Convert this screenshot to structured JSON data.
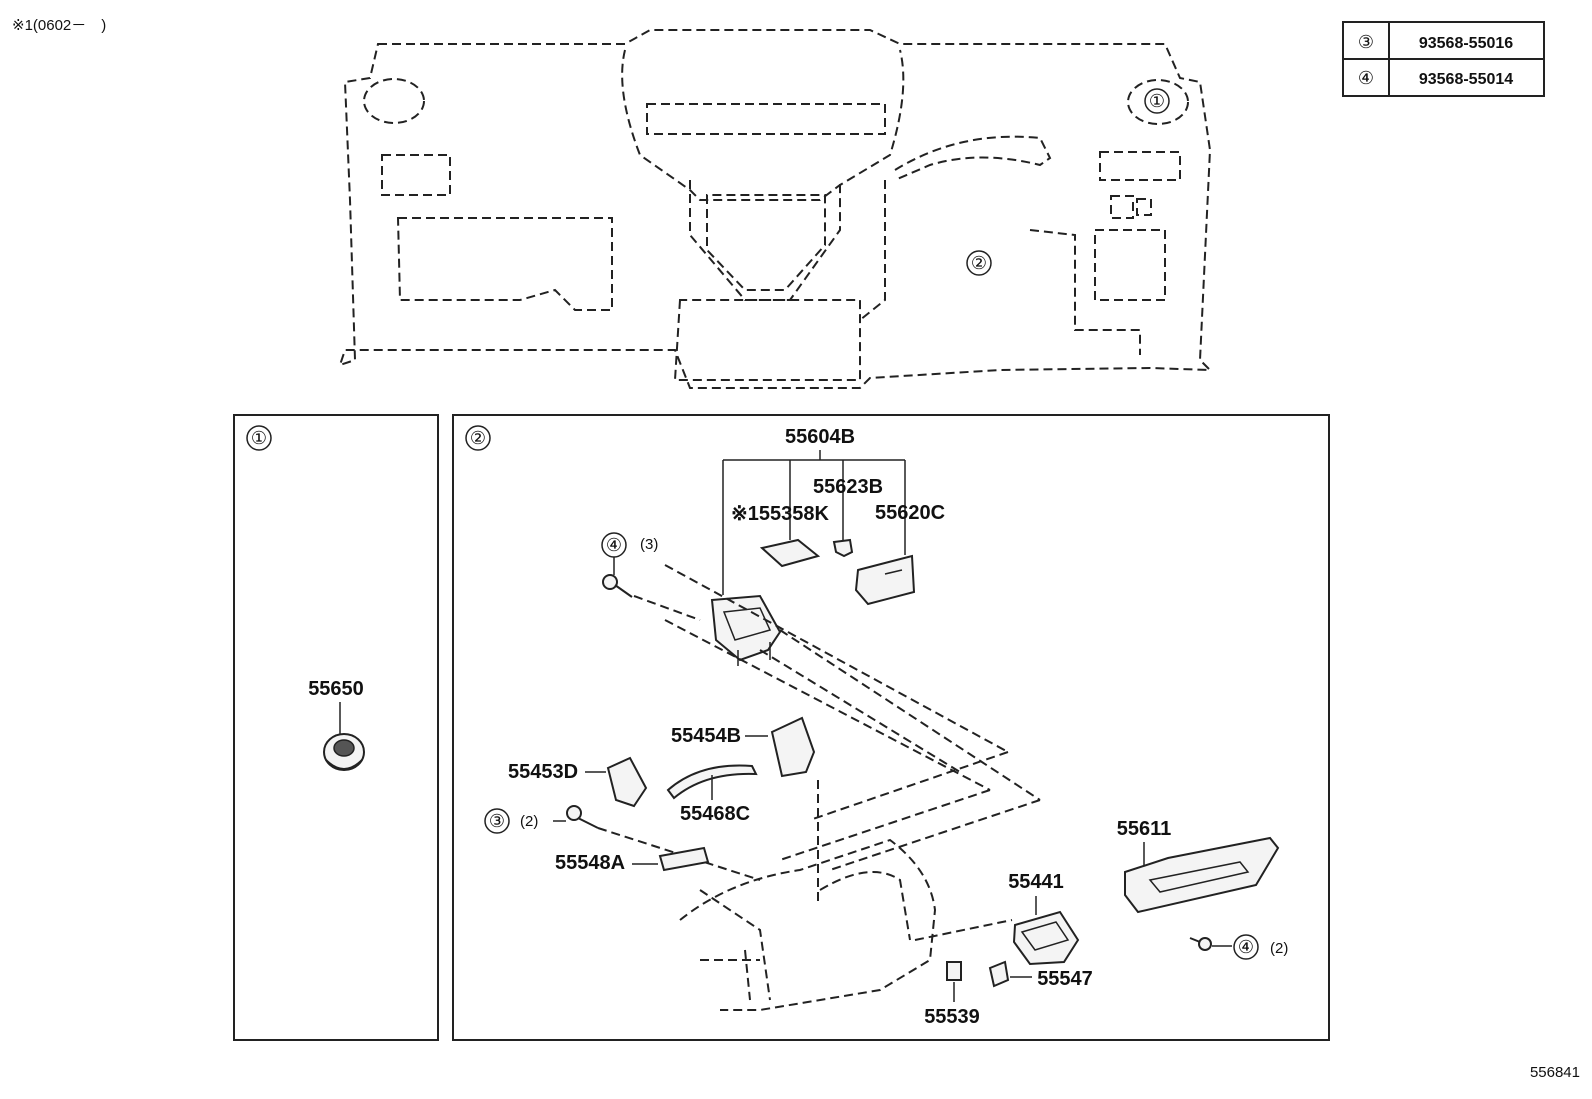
{
  "note_top_left": "※1(0602－　)",
  "legend": [
    {
      "circle": "③",
      "part_no": "93568-55016"
    },
    {
      "circle": "④",
      "part_no": "93568-55014"
    }
  ],
  "overview_callouts": {
    "c1": "①",
    "c2": "②"
  },
  "panel1": {
    "label": "①",
    "parts": {
      "p55650": "55650"
    }
  },
  "panel2": {
    "label": "②",
    "parts": {
      "p55604B": "55604B",
      "p55623B": "55623B",
      "p55358K": "※155358K",
      "p55620C": "55620C",
      "p55454B": "55454B",
      "p55453D": "55453D",
      "p55468C": "55468C",
      "p55548A": "55548A",
      "p55611": "55611",
      "p55441": "55441",
      "p55547": "55547",
      "p55539": "55539"
    },
    "bolts": {
      "b4_qty3": {
        "ref": "④",
        "qty": "(3)"
      },
      "b3_qty2": {
        "ref": "③",
        "qty": "(2)"
      },
      "b4_qty2": {
        "ref": "④",
        "qty": "(2)"
      }
    }
  },
  "diagram_id": "556841"
}
